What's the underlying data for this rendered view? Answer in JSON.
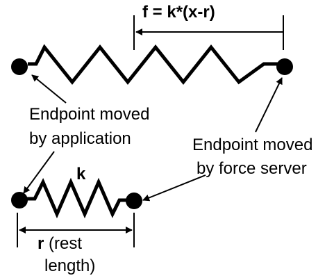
{
  "formula": {
    "text": "f = k*(x-r)"
  },
  "labels": {
    "endpoint_application_line1": "Endpoint moved",
    "endpoint_application_line2": "by application",
    "endpoint_force_line1": "Endpoint moved",
    "endpoint_force_line2": "by force server",
    "spring_constant": "k",
    "rest_length_symbol": "r",
    "rest_length_text1": " (rest",
    "rest_length_text2": "length)"
  }
}
